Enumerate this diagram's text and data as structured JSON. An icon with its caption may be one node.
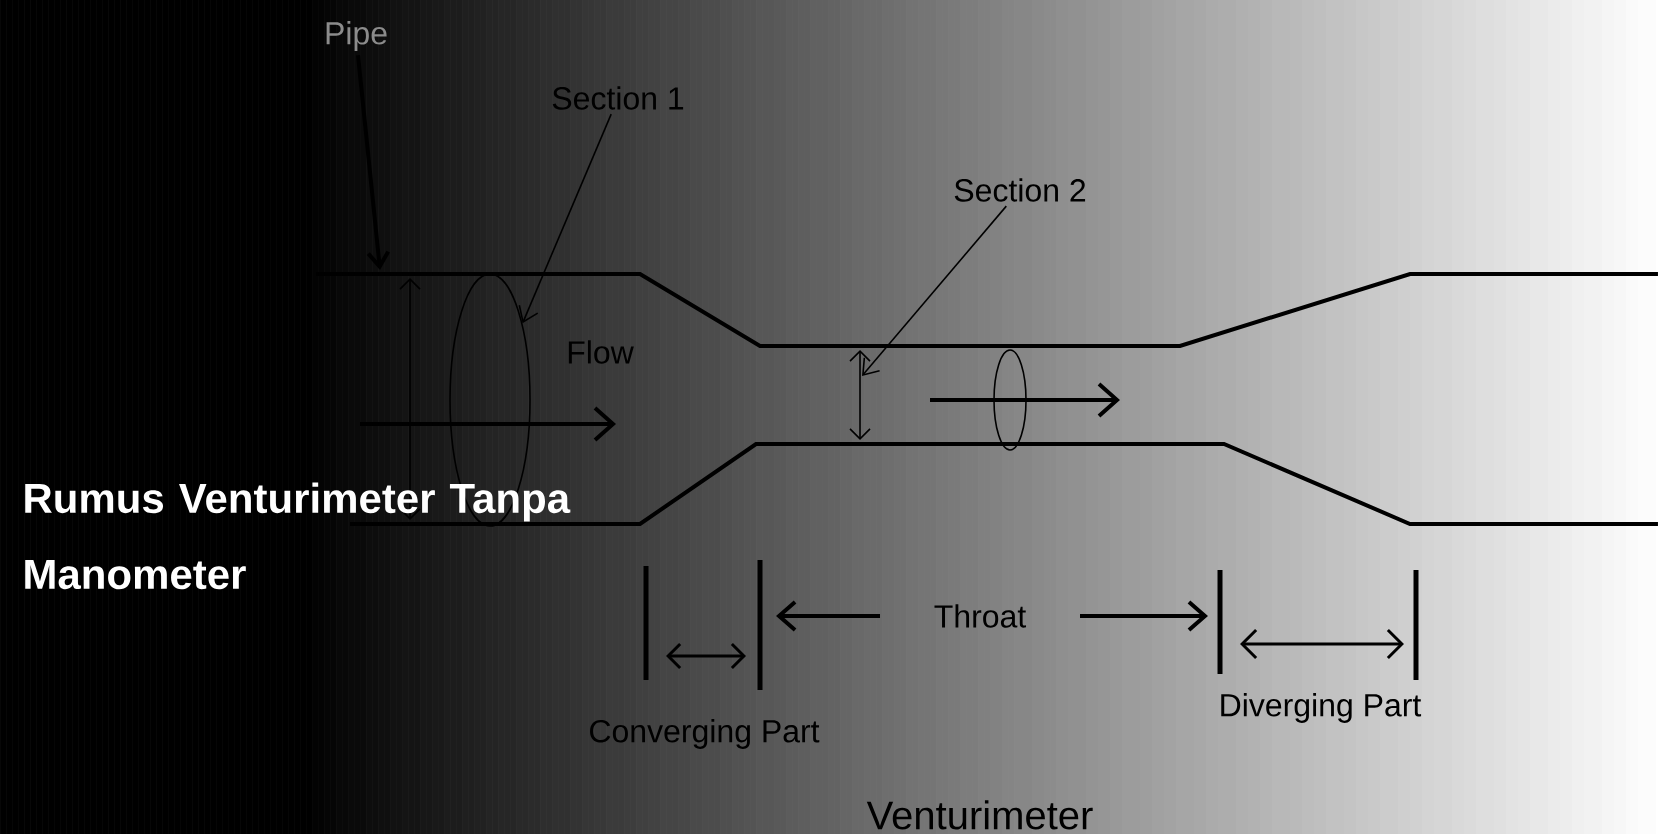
{
  "diagram": {
    "title": "Rumus Venturimeter Tanpa Manometer",
    "caption": "Venturimeter",
    "nodes": [
      {
        "text": [
          "Pipe"
        ]
      },
      {
        "text": [
          "Section 1"
        ]
      },
      {
        "text": [
          "Section 2"
        ]
      },
      {
        "text": [],
        "shape": "ellipse"
      },
      {
        "text": [],
        "shape": "ellipse"
      }
    ],
    "edges": [
      {
        "from": 0,
        "to": null,
        "arrow": "to"
      },
      {
        "from": 1,
        "to": 3,
        "arrow": "to"
      },
      {
        "from": 2,
        "to": null,
        "arrow": "to"
      }
    ],
    "labels": [
      "Flow",
      "Throat",
      "Converging Part",
      "Diverging Part"
    ]
  }
}
